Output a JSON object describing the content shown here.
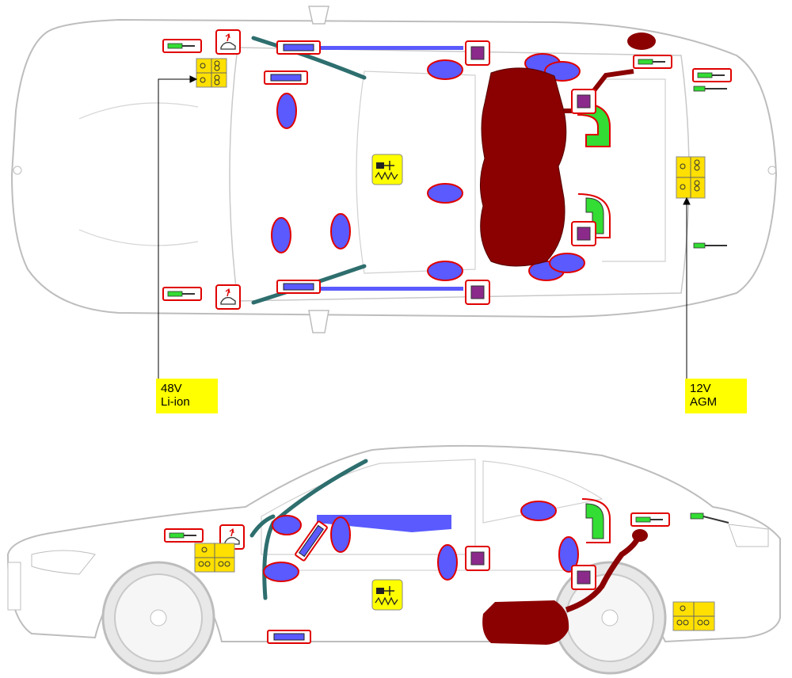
{
  "labels": {
    "li_ion": {
      "line1": "48V",
      "line2": "Li-ion"
    },
    "agm": {
      "line1": "12V",
      "line2": "AGM"
    }
  },
  "colors": {
    "airbag": "#5a5aff",
    "gas_inflator": "#3a3adf",
    "preloader": "#33dd33",
    "control_unit": "#8b2a8b",
    "fuel_tank": "#8b0000",
    "battery": "#ffe000",
    "hv_indicator": "#ffff00",
    "highlight_border": "#e00000",
    "reinforcement": "#2e6e6e",
    "car_outline": "#bdbdbd"
  },
  "icons": [
    "battery-icon",
    "preloader-icon",
    "gas-inflator-icon",
    "control-unit-icon",
    "airbag-icon",
    "fuel-tank-icon",
    "hood-lifter-icon",
    "gas-spring-icon"
  ]
}
